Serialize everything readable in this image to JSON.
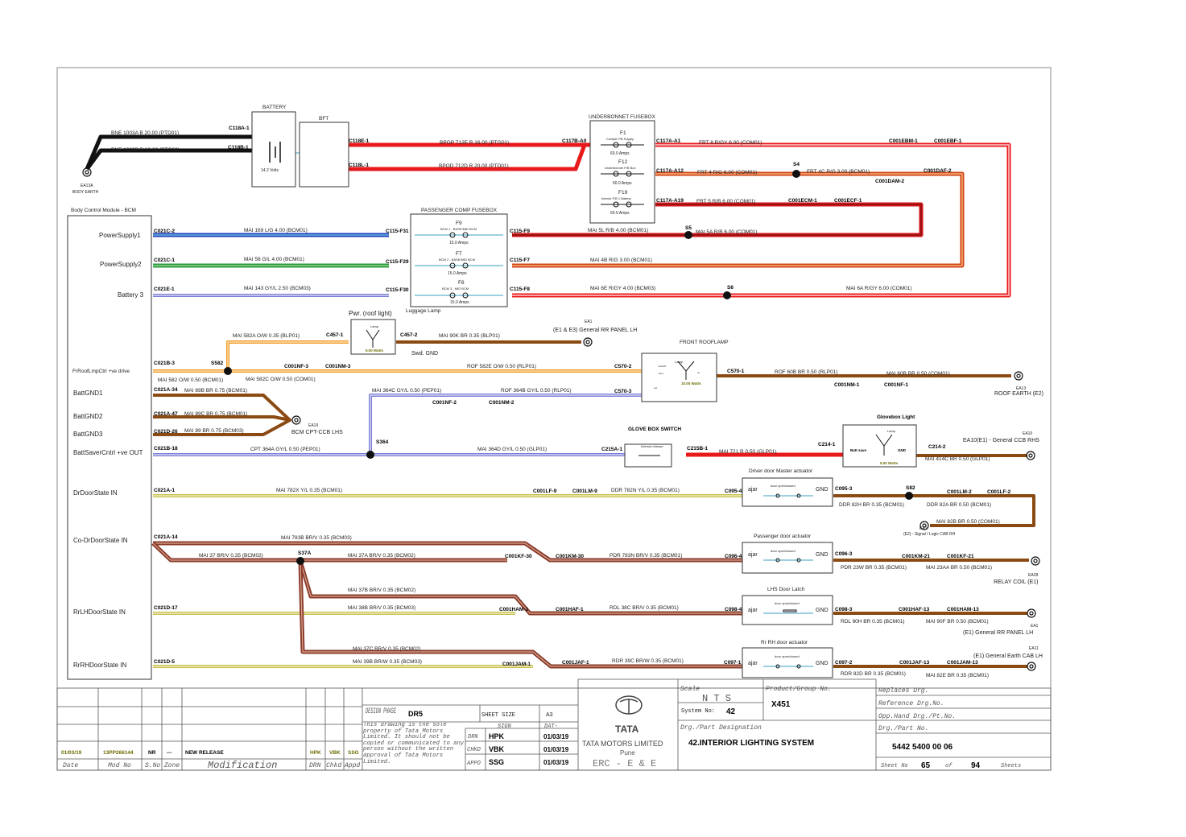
{
  "colors": {
    "black": "#111111",
    "red": "#e8191b",
    "blue": "#1d3fbf",
    "green": "#2a9a3a",
    "purple": "#7b7fd6",
    "orange": "#f29a1e",
    "brown": "#8b4a12",
    "olive": "#c8c24a",
    "brownRed": "#8b3a2a",
    "maroon": "#7a2a20"
  },
  "earths": {
    "ea13a": "EA13A",
    "body_earth": "BODY EARTH",
    "ea1_top": "EA1",
    "ea1_top_desc": "(E1 & E3) General RR PANEL LH",
    "ea19": "EA19",
    "ea19_desc": "BCM CPT-CCB LHS",
    "ea13": "EA13",
    "roof_earth": "ROOF EARTH (E2)",
    "ea10": "EA10",
    "ea10_desc": "EA10(E1) - General CCB RHS",
    "ea_dr": "EA1",
    "ea_dr_desc": "(E2) - Signal / Logic CAB RH",
    "ea28": "EA28",
    "relay_coil": "RELAY COIL (E1)",
    "ea1_rr": "EA1",
    "ea1_rr_desc": "(E1) General RR PANEL LH",
    "ea11": "EA11",
    "ea11_desc": "(E1) General Earth CAB LH"
  },
  "components": {
    "battery": "BATTERY",
    "battery_volts": "14.2 Volts",
    "bft": "BFT",
    "ubfb": "UNDERBONNET FUSEBOX",
    "f1": "F1",
    "f1_desc": "Cockpit F/B Supply",
    "f1_amps": "60.0 Amps",
    "f12": "F12",
    "f12_desc": "Underbonnet F/B Box",
    "f12_amps": "60.0 Amps",
    "f19": "F19",
    "f19_desc": "Interior F/B 1 Battery",
    "f19_amps": "60.0 Amps",
    "pcfb": "PASSENGER COMP FUSEBOX",
    "f9": "F9",
    "f9_desc": "BCM 1 - BASE/MID BCM",
    "f9_amps": "15.0 Amps",
    "f7": "F7",
    "f7_desc": "BCM 2 - BASE/MID BCM",
    "f7_amps": "15.0 Amps",
    "f8": "F8",
    "f8_desc": "BCM 3 - MID BCM",
    "f8_amps": "15.0 Amps",
    "bcm": "Body Control Module - BCM",
    "luggage_lamp": "Luggage Lamp",
    "pwr_roof": "Pwr. (roof light)",
    "lamp": "Lamp",
    "watts5": "5.00 Watts",
    "swd_gnd": "Swd. GND",
    "front_rooflamp": "FRONT ROOFLAMP",
    "watts10": "10.00 Watts",
    "fr_pin1": "mod/off",
    "fr_pin2": "door",
    "fr_pin3": "on",
    "fr_pin4": "out",
    "glove_switch": "GLOVE BOX SWITCH",
    "internal_release": "Internal release",
    "glovebox_light": "Glovebox Light",
    "batt_save": "Batt save",
    "gnd": "GND",
    "driver_door": "Driver door Master actuator",
    "pass_door": "Passenger door actuator",
    "lhs_latch": "LHS Door Latch",
    "rr_rh": "Rr RH door actuator",
    "ajar": "ajar",
    "door_open_closed": "door open/closed"
  },
  "bcm_pins": [
    "PowerSupply1",
    "PowerSupply2",
    "Battery 3",
    "FrRoofLmpCtrl +ve drive",
    "BattGND1",
    "BattGND2",
    "BattGND3",
    "BattSaverCntrl +ve OUT",
    "DrDoorState IN",
    "Co-DrDoorState IN",
    "RrLHDoorState IN",
    "RrRHDoorState IN"
  ],
  "connectors": {
    "c118a1": "C118A-1",
    "c118b1": "C118B-1",
    "c118e1": "C118E-1",
    "c118l1": "C118L-1",
    "c117ba0": "C117B-A0",
    "c117aa1": "C117A-A1",
    "c117aa12": "C117A-A12",
    "c117aa19": "C117A-A19",
    "c001ebm1": "C001EBM-1",
    "c001ebf1": "C001EBF-1",
    "s4": "S4",
    "c001daf2": "C001DAF-2",
    "c001dam2": "C001DAM-2",
    "c001ecm1": "C001ECM-1",
    "c001ecf1": "C001ECF-1",
    "c021c2": "C021C-2",
    "c115f31": "C115-F31",
    "c115f9": "C115-F9",
    "s5": "S5",
    "c021c1": "C021C-1",
    "c115f29": "C115-F29",
    "c115f7": "C115-F7",
    "c021e1": "C021E-1",
    "c115f30": "C115-F30",
    "c115f8": "C115-F8",
    "s6": "S6",
    "c457_1": "C457-1",
    "c457_2": "C457-2",
    "c021b3": "C021B-3",
    "s582": "S582",
    "c001nf3": "C001NF-3",
    "c001nm3": "C001NM-3",
    "c570_2": "C570-2",
    "c570_1": "C570-1",
    "c001nm1": "C001NM-1",
    "c001nf1": "C001NF-1",
    "c021a34": "C021A-34",
    "c001nf2": "C001NF-2",
    "c001nm2": "C001NM-2",
    "c570_3": "C570-3",
    "c021a47": "C021A-47",
    "c021d26": "C021D-26",
    "c021b18": "C021B-18",
    "s364": "S364",
    "c215a1": "C215A-1",
    "c215b1": "C215B-1",
    "c214_1": "C214-1",
    "c214_2": "C214-2",
    "c021a1": "C021A-1",
    "c001lf9": "C001LF-9",
    "c001lm9": "C001LM-9",
    "c095_4": "C095-4",
    "c095_3": "C095-3",
    "s82": "S82",
    "c001lm2": "C001LM-2",
    "c001lf2": "C001LF-2",
    "c021a14": "C021A-14",
    "s37a": "S37A",
    "c001kf30": "C001KF-30",
    "c001km30": "C001KM-30",
    "c096_4": "C096-4",
    "c096_3": "C096-3",
    "c001km21": "C001KM-21",
    "c001kf21": "C001KF-21",
    "c021d17": "C021D-17",
    "c001ham1": "C001HAM-1",
    "c001haf1": "C001HAF-1",
    "c098_4": "C098-4",
    "c098_3": "C098-3",
    "c001haf13": "C001HAF-13",
    "c001ham13": "C001HAM-13",
    "c021d5": "C021D-5",
    "c001jam1": "C001JAM-1",
    "c001jaf1": "C001JAF-1",
    "c097_1": "C097-1",
    "c097_2": "C097-2",
    "c001jaf13": "C001JAF-13",
    "c001jam13": "C001JAM-13"
  },
  "wires": {
    "w1": "BNE    1003A   B   20.00   (PTD01)",
    "w2": "BNE   1003B   B   16.00   (PTG06)",
    "w3": "BPOP        712E    R   16.00   (PTG01)",
    "w4": "BPOD        712D   R   20.00   (PTD01)",
    "w5": "FRT       8   R/GY   6.00   (COM01)",
    "w6": "FRT      4   R/G   6.00   (COM01)",
    "w7": "FRT      4C   R/G   3.00   (BCM01)",
    "w8": "FRT      5   R/B   6.00   (COM01)",
    "w9": "MAI   169   L/G   4.00   (BCM01)",
    "w10": "MAI   5L   R/B   4.00   (BCM01)",
    "w11": "MAI   5A   R/B   6.00   (COM01)",
    "w12": "MAI   58   G/L   4.00   (BCM01)",
    "w13": "MAI   4B   R/G   3.00   (BCM01)",
    "w14": "MAI   143   GY/L   2.50   (BCM03)",
    "w15": "MAI   6E   R/GY   4.00   (BCM03)",
    "w16": "MAI        6A   R/GY   6.00   (COM01)",
    "w17": "MAI   582A   O/W   0.35   (BLP01)",
    "w18": "MAI   90K   BR   0.35   (BLP01)",
    "w19": "MAI   582   O/W   0.50   (BCM01)",
    "w20": "MAI   582C   O/W   0.50   (COM01)",
    "w21": "ROF   582E   O/W   0.50   (RLP01)",
    "w22": "ROF        60B   BR   0.50   (RLP01)",
    "w23": "MAI        60B   BR   0.50   (COM01)",
    "w24": "MAI   89B   BR   0.75   (BCM01)",
    "w25": "MAI   364C   GY/L   0.50   (PEP01)",
    "w26": "ROF          364B   GY/L   0.50   (RLP01)",
    "w27": "MAI   89C   BR   0.75   (BCM01)",
    "w28": "MAI   89   BR   0.75   (BCM03)",
    "w29": "CPT   364A   GY/L   0.50   (PEP01)",
    "w30": "MAI        364D   GY/L   0.50   (GLP01)",
    "w31": "MAI        721   R   0.50   (GLP01)",
    "w32": "MAI      414C   BR   0.50   (GLP01)",
    "w33": "MAI   782X   Y/L   0.35   (BCM01)",
    "w34": "DDR   782N   Y/L   0.35   (BCM01)",
    "w35": "DDR   82H   BR   0.35   (BCM01)",
    "w36": "DDR   82A   BR   0.50   (BCM01)",
    "w37": "MAI      82B   BR   0.50   (COM01)",
    "w38": "MAI   783B   BR/V   0.35   (BCM03)",
    "w39": "MAI   37   BR/V   0.35   (BCM02)",
    "w40": "MAI   37A   BR/V   0.35   (BCM02)",
    "w41": "PDR   783N   BR/V   0.35   (BCM01)",
    "w42": "PDR   23W   BR   0.35   (BCM01)",
    "w43": "MAI   23AA   BR   0.50   (BCM01)",
    "w44": "MAI   37B   BR/V   0.35   (BCM02)",
    "w45": "MAI   38B   BR/V   0.35   (BCM03)",
    "w46": "RDL   38C   BR/V   0.35   (BCM01)",
    "w47": "RDL   90H   BR   0.35   (BCM01)",
    "w48": "MAI   90F   BR   0.50   (BCM01)",
    "w49": "MAI   37C   BR/V   0.35   (BCM02)",
    "w50": "MAI   39B   BR/W   0.35   (BCM03)",
    "w51": "RDR   39C   BR/W   0.35   (BCM01)",
    "w52": "RDR   82D   BR   0.35   (BCM01)",
    "w53": "MAI   82E   BR   0.35   (BCM01)"
  },
  "title_block": {
    "revision": {
      "date": "01/03/19",
      "mod_no": "13PP266144",
      "sno": "NR",
      "zone": "---",
      "modification": "NEW RELEASE",
      "drn": "HPK",
      "chkd": "VBK",
      "appd": "SSG"
    },
    "rev_headers": {
      "date": "Date",
      "mod_no": "Mod No",
      "sno": "S.No",
      "zone": "Zone",
      "modification": "Modification",
      "drn": "DRN",
      "chkd": "Chkd",
      "appd": "Appd"
    },
    "design_phase_label": "DESIGN PHASE",
    "design_phase": "DR5",
    "sheet_size_label": "SHEET SIZE",
    "sheet_size": "A3",
    "notice": "This drawing is the sole property of Tata Motors Limited. It should not be copied or communicated to any person without the written approval of Tata Motors Limited.",
    "sign_label": "SIGN",
    "date_label": "DAT-",
    "drn_label": "DRN",
    "drn_sign": "HPK",
    "drn_date": "01/03/19",
    "chkd_label": "CHKD",
    "chkd_sign": "VBK",
    "chkd_date": "01/03/19",
    "appd_label": "APPD",
    "appd_sign": "SSG",
    "appd_date": "01/03/19",
    "logo_word": "TATA",
    "company": "TATA MOTORS LIMITED",
    "city": "Pune",
    "dept": "ERC - E & E",
    "scale_label": "Scale",
    "scale": "N T S",
    "system_label": "System No:",
    "system_no": "42",
    "product_label": "Product/Group No.",
    "product": "X451",
    "designation_label": "Drg./Part Designation",
    "designation": "42.INTERIOR LIGHTING SYSTEM",
    "replaces_label": "Replaces Drg.",
    "reference_label": "Reference Drg.No.",
    "opp_label": "Opp.Hand Drg./Pt.No.",
    "part_no_label": "Drg./Part No.",
    "part_no": "5442 5400 00 06",
    "sheet_no_label": "Sheet No",
    "sheet_no": "65",
    "of_label": "of",
    "total": "94",
    "sheets_label": "Sheets"
  }
}
